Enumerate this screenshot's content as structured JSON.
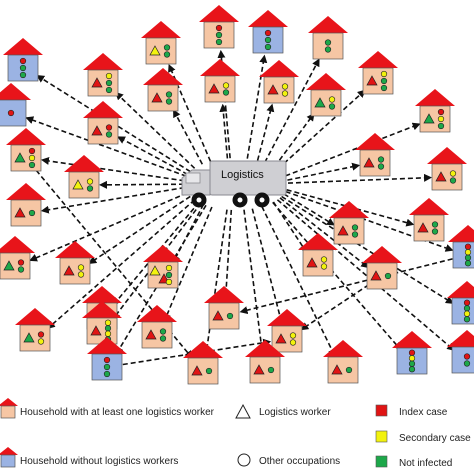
{
  "colors": {
    "roof": "#e8141a",
    "house_with_logistics": "#f6c6a4",
    "house_without_logistics": "#9bb3e3",
    "house_stroke": "#555555",
    "index_case": "#e01414",
    "secondary_case": "#f2f20e",
    "not_infected": "#1da84a",
    "truck": "#cfcfd3",
    "arrow": "#111111"
  },
  "hub": {
    "label": "Logistics",
    "icon": "truck-icon"
  },
  "legend": {
    "house_with_worker": "Household with at least one logistics worker",
    "house_without_worker": "Household without logistics workers",
    "logistics_worker": "Logistics worker",
    "other_occupations": "Other occupations",
    "index_case": "Index case",
    "secondary_case": "Secondary case",
    "not_infected": "Not infected"
  },
  "households": [
    {
      "type": "with",
      "members": [
        [
          "circle",
          "red"
        ],
        [
          "circle",
          "green"
        ],
        [
          "circle",
          "green"
        ]
      ]
    },
    {
      "type": "with",
      "members": [
        [
          "triangle",
          "yellow"
        ],
        [
          "circle",
          "green"
        ],
        [
          "circle",
          "green"
        ]
      ]
    },
    {
      "type": "without",
      "members": [
        [
          "circle",
          "red"
        ],
        [
          "circle",
          "green"
        ],
        [
          "circle",
          "green"
        ]
      ]
    },
    {
      "type": "with",
      "members": [
        [
          "circle",
          "green"
        ],
        [
          "circle",
          "green"
        ]
      ]
    },
    {
      "type": "without",
      "members": [
        [
          "circle",
          "red"
        ],
        [
          "circle",
          "green"
        ],
        [
          "circle",
          "green"
        ]
      ]
    },
    {
      "type": "without",
      "members": [
        [
          "circle",
          "red"
        ]
      ]
    },
    {
      "type": "with",
      "members": [
        [
          "triangle",
          "red"
        ],
        [
          "circle",
          "yellow"
        ],
        [
          "circle",
          "green"
        ],
        [
          "circle",
          "green"
        ]
      ]
    },
    {
      "type": "with",
      "members": [
        [
          "triangle",
          "red"
        ],
        [
          "circle",
          "yellow"
        ],
        [
          "circle",
          "green"
        ]
      ]
    },
    {
      "type": "with",
      "members": [
        [
          "triangle",
          "red"
        ],
        [
          "circle",
          "yellow"
        ],
        [
          "circle",
          "yellow"
        ]
      ]
    },
    {
      "type": "with",
      "members": [
        [
          "triangle",
          "red"
        ],
        [
          "circle",
          "green"
        ],
        [
          "circle",
          "green"
        ]
      ]
    },
    {
      "type": "with",
      "members": [
        [
          "triangle",
          "green"
        ],
        [
          "circle",
          "yellow"
        ],
        [
          "circle",
          "green"
        ]
      ]
    },
    {
      "type": "with",
      "members": [
        [
          "triangle",
          "red"
        ],
        [
          "circle",
          "yellow"
        ],
        [
          "circle",
          "green"
        ],
        [
          "circle",
          "green"
        ]
      ]
    },
    {
      "type": "with",
      "members": [
        [
          "triangle",
          "green"
        ],
        [
          "circle",
          "red"
        ],
        [
          "circle",
          "yellow"
        ],
        [
          "circle",
          "green"
        ]
      ]
    },
    {
      "type": "with",
      "members": [
        [
          "triangle",
          "red"
        ],
        [
          "circle",
          "red"
        ],
        [
          "circle",
          "green"
        ]
      ]
    },
    {
      "type": "with",
      "members": [
        [
          "triangle",
          "green"
        ],
        [
          "circle",
          "red"
        ],
        [
          "circle",
          "yellow"
        ],
        [
          "circle",
          "green"
        ]
      ]
    },
    {
      "type": "with",
      "members": [
        [
          "triangle",
          "red"
        ],
        [
          "circle",
          "green"
        ],
        [
          "circle",
          "green"
        ]
      ]
    },
    {
      "type": "with",
      "members": [
        [
          "triangle",
          "yellow"
        ],
        [
          "circle",
          "yellow"
        ],
        [
          "circle",
          "green"
        ]
      ]
    },
    {
      "type": "with",
      "members": [
        [
          "triangle",
          "red"
        ],
        [
          "circle",
          "yellow"
        ],
        [
          "circle",
          "green"
        ]
      ]
    },
    {
      "type": "with",
      "members": [
        [
          "triangle",
          "red"
        ],
        [
          "circle",
          "green"
        ]
      ]
    },
    {
      "type": "with",
      "members": [
        [
          "triangle",
          "green"
        ],
        [
          "circle",
          "red"
        ],
        [
          "circle",
          "green"
        ]
      ]
    },
    {
      "type": "with",
      "members": [
        [
          "triangle",
          "red"
        ],
        [
          "circle",
          "green"
        ],
        [
          "circle",
          "green"
        ]
      ]
    },
    {
      "type": "with",
      "members": [
        [
          "triangle",
          "red"
        ],
        [
          "circle",
          "green"
        ],
        [
          "circle",
          "green"
        ]
      ]
    },
    {
      "type": "without",
      "members": [
        [
          "circle",
          "red"
        ],
        [
          "circle",
          "yellow"
        ],
        [
          "circle",
          "green"
        ],
        [
          "circle",
          "green"
        ]
      ]
    },
    {
      "type": "with",
      "members": [
        [
          "triangle",
          "red"
        ],
        [
          "circle",
          "yellow"
        ],
        [
          "circle",
          "yellow"
        ]
      ]
    },
    {
      "type": "with",
      "members": [
        [
          "triangle",
          "yellow"
        ],
        [
          "triangle",
          "red"
        ],
        [
          "circle",
          "yellow"
        ],
        [
          "circle",
          "green"
        ],
        [
          "circle",
          "yellow"
        ]
      ]
    },
    {
      "type": "with",
      "members": [
        [
          "triangle",
          "red"
        ],
        [
          "circle",
          "yellow"
        ],
        [
          "circle",
          "yellow"
        ]
      ]
    },
    {
      "type": "with",
      "members": [
        [
          "triangle",
          "red"
        ],
        [
          "circle",
          "green"
        ]
      ]
    },
    {
      "type": "with",
      "members": [
        [
          "triangle",
          "red"
        ],
        [
          "circle",
          "green"
        ]
      ]
    },
    {
      "type": "with",
      "members": [
        [
          "triangle",
          "red"
        ],
        [
          "circle",
          "red"
        ],
        [
          "circle",
          "yellow"
        ]
      ]
    },
    {
      "type": "without",
      "members": [
        [
          "circle",
          "red"
        ],
        [
          "circle",
          "green"
        ],
        [
          "circle",
          "yellow"
        ],
        [
          "circle",
          "green"
        ]
      ]
    },
    {
      "type": "with",
      "members": [
        [
          "triangle",
          "red"
        ],
        [
          "circle",
          "yellow"
        ],
        [
          "circle",
          "green"
        ],
        [
          "circle",
          "yellow"
        ],
        [
          "circle",
          "green"
        ]
      ]
    },
    {
      "type": "with",
      "members": [
        [
          "triangle",
          "green"
        ],
        [
          "circle",
          "red"
        ],
        [
          "circle",
          "yellow"
        ]
      ]
    },
    {
      "type": "with",
      "members": [
        [
          "triangle",
          "red"
        ],
        [
          "circle",
          "green"
        ],
        [
          "circle",
          "green"
        ]
      ]
    },
    {
      "type": "with",
      "members": [
        [
          "triangle",
          "red"
        ],
        [
          "circle",
          "yellow"
        ],
        [
          "circle",
          "yellow"
        ]
      ]
    },
    {
      "type": "without",
      "members": [
        [
          "circle",
          "red"
        ],
        [
          "circle",
          "green"
        ],
        [
          "circle",
          "green"
        ]
      ]
    },
    {
      "type": "with",
      "members": [
        [
          "triangle",
          "red"
        ],
        [
          "circle",
          "green"
        ]
      ]
    },
    {
      "type": "with",
      "members": [
        [
          "triangle",
          "red"
        ],
        [
          "circle",
          "green"
        ]
      ]
    },
    {
      "type": "with",
      "members": [
        [
          "triangle",
          "red"
        ],
        [
          "circle",
          "green"
        ]
      ]
    },
    {
      "type": "without",
      "members": [
        [
          "circle",
          "red"
        ],
        [
          "circle",
          "yellow"
        ],
        [
          "circle",
          "green"
        ],
        [
          "circle",
          "green"
        ]
      ]
    },
    {
      "type": "without",
      "members": [
        [
          "circle",
          "red"
        ],
        [
          "circle",
          "green"
        ]
      ]
    }
  ],
  "contact_links": [
    [
      14,
      35
    ],
    [
      34,
      33
    ],
    [
      26,
      33
    ],
    [
      22,
      27
    ]
  ]
}
